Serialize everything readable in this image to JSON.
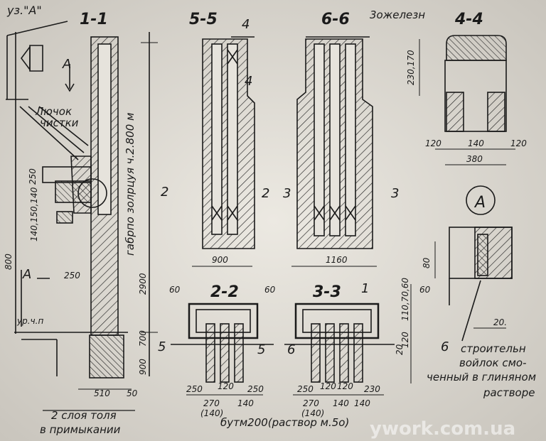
{
  "sections": {
    "s11": "1-1",
    "s55": "5-5",
    "s66": "6-6",
    "s44": "4-4",
    "s22": "2-2",
    "s33": "3-3",
    "uzelA_title": "уз.\"А\"",
    "circleA": "А",
    "arrowA1": "А",
    "arrowA2": "А"
  },
  "notes": {
    "luk": "Лючок",
    "chistki": "чистки",
    "gabarit": "габрпо золрцуя ч.2.800 м",
    "iron": "3ожелезн",
    "tol1": "2 слоя толя",
    "tol2": "в примыкании",
    "butm": "бутм200(раствор м.5о)",
    "felt1": "строительн",
    "felt2": "войлок смо-",
    "felt3": "ченный в глиняном",
    "felt4": "растворе",
    "floor": "ур.ч.п"
  },
  "dims": {
    "d900": "900",
    "d1160": "1160",
    "d380": "380",
    "d140a": "140",
    "d120a": "120",
    "d120b": "120",
    "d230": "230,170",
    "d250a": "250",
    "d250b": "250",
    "d2900": "2900",
    "d800": "800",
    "d700": "700",
    "d900b": "900",
    "d60a": "60",
    "d60b": "60",
    "d60c": "60",
    "d20": "20.",
    "d80": "80",
    "d510": "510",
    "d50": "50",
    "d2_2a": "250",
    "d2_2b": "120",
    "d2_2c": "250",
    "d2_2d": "270",
    "d2_2e": "140",
    "d2_2f": "(140)",
    "d3_3a": "250",
    "d3_3b": "120",
    "d3_3c": "120",
    "d3_3d": "230",
    "d3_3e": "270",
    "d3_3f": "140",
    "d3_3g": "140",
    "d3_3h": "(140)",
    "d140stack": "140,150,140",
    "d110": "110,70,60",
    "d120c": "120",
    "d20b": "20"
  },
  "cutmarks": {
    "c2": "2",
    "c2b": "2",
    "c3": "3",
    "c3b": "3",
    "c4": "4",
    "c4b": "4",
    "c5": "5",
    "c5b": "5",
    "c6": "6",
    "c6b": "6",
    "c1": "1"
  },
  "watermark": "ywork.com.ua"
}
